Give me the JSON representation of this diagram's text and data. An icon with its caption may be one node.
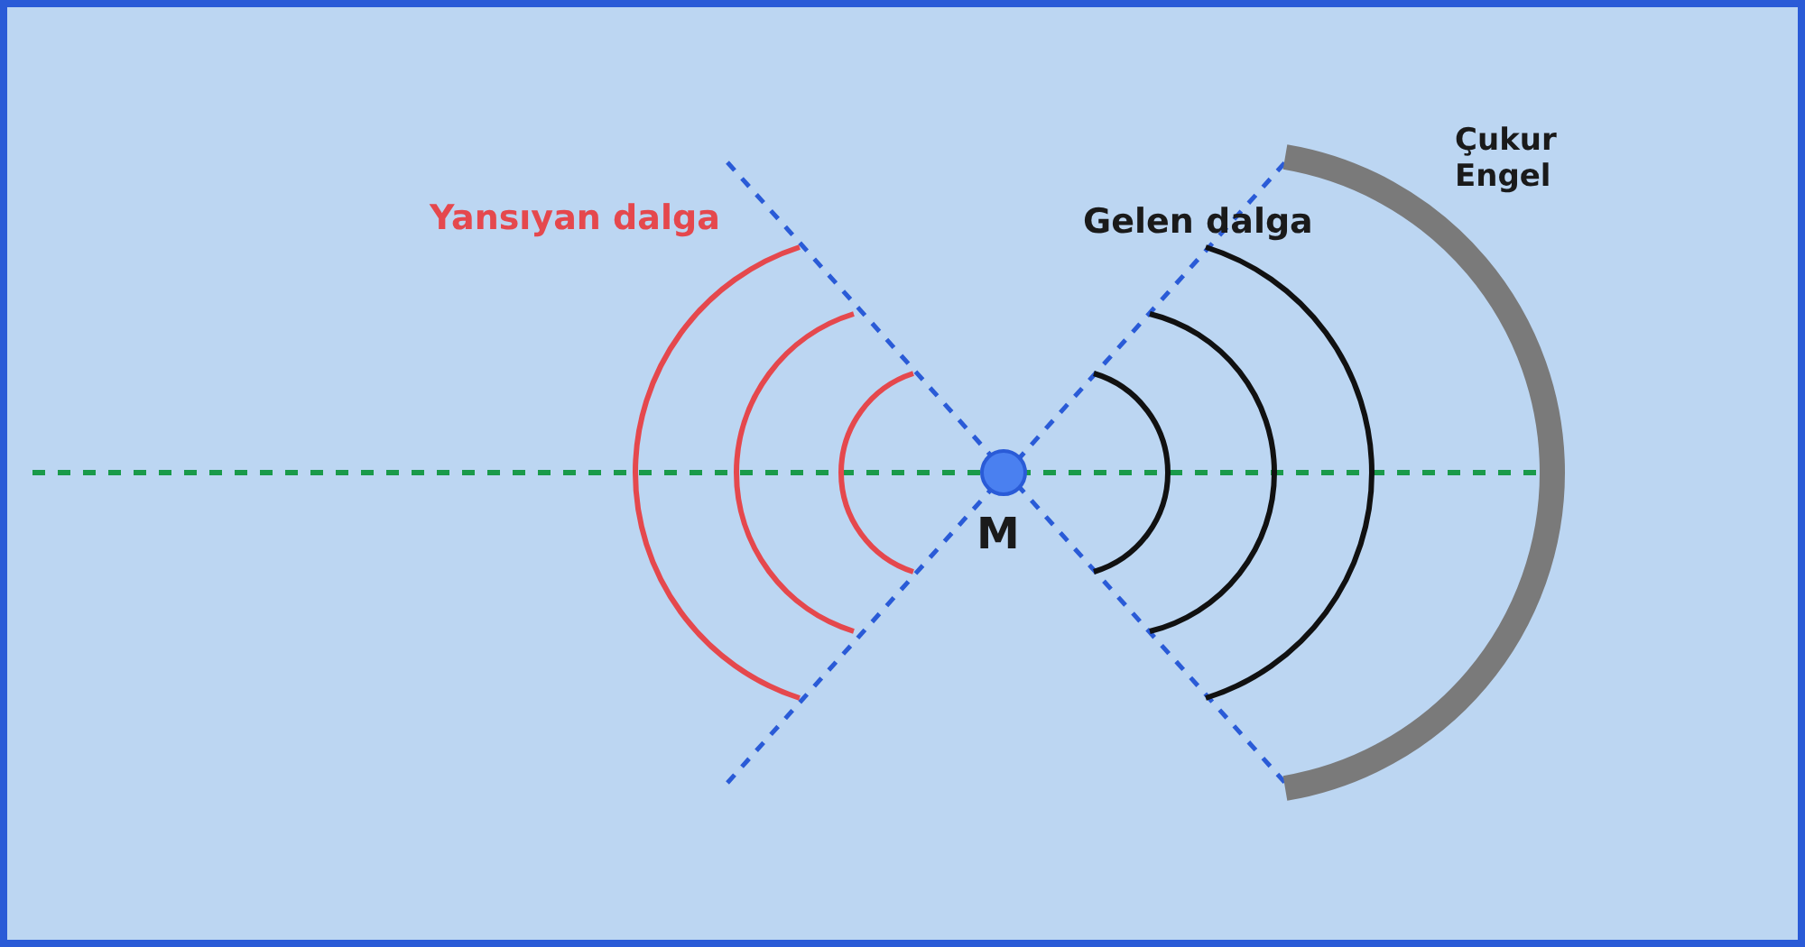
{
  "diagram": {
    "labels": [
      "Çukur Engel",
      "Yansıyan dalga",
      "Gelen dalga",
      "M"
    ]
  }
}
